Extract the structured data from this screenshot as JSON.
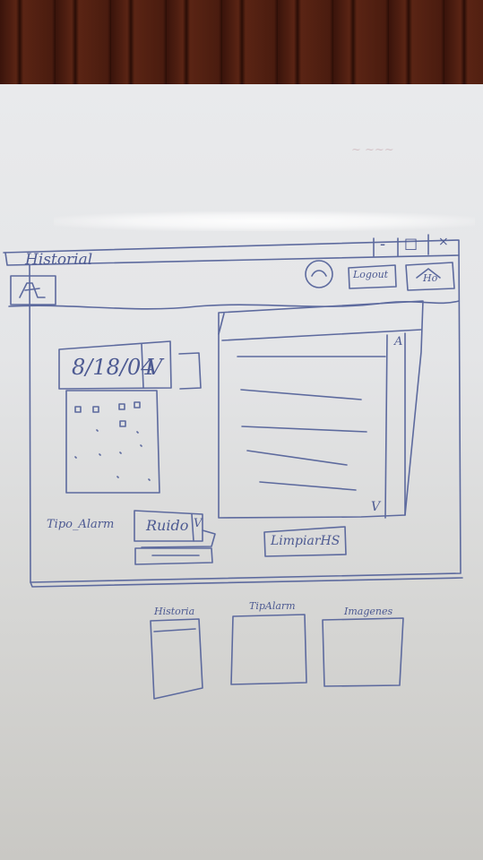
{
  "window": {
    "title": "Historial",
    "controls": [
      "-",
      "□",
      "×"
    ]
  },
  "header": {
    "logout_label": "Logout",
    "home_label": "Ho",
    "user_icon": "user-icon"
  },
  "calendar": {
    "date_value": "8/18/04",
    "toggle_label": "V"
  },
  "filter": {
    "label": "Tipo_Alarm",
    "selected": "Ruido",
    "toggle": "V"
  },
  "list": {
    "scroll_up": "A",
    "scroll_down": "V",
    "lines": 6
  },
  "actions": {
    "clear_label": "LimpiarHS"
  },
  "tabs": [
    "Historia",
    "TipAlarm",
    "Imagenes"
  ],
  "colors": {
    "ink": "#5d6a9e",
    "board": "#e6e7e9",
    "wall": "#4a1c0f"
  }
}
